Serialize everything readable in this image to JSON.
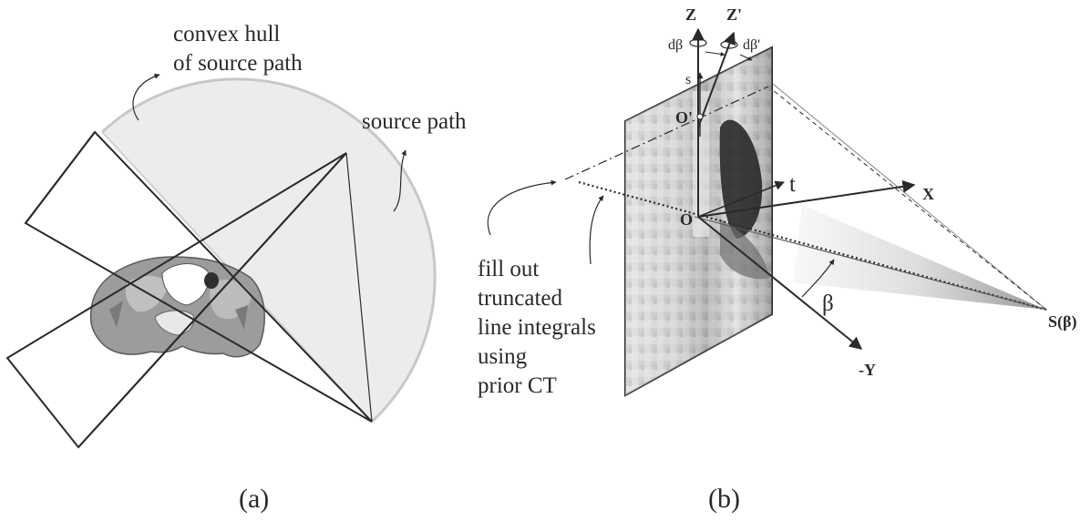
{
  "panel_a": {
    "caption": "(a)",
    "hull_label": [
      "convex hull",
      "of source path"
    ],
    "source_path_label": "source path"
  },
  "panel_b": {
    "caption": "(b)",
    "axes": {
      "z": "Z",
      "z_prime": "Z'",
      "x": "X",
      "neg_y": "-Y",
      "s": "s",
      "t": "t",
      "origin": "O",
      "origin_prime": "O'",
      "d_beta": "dβ",
      "d_beta_prime": "dβ'",
      "beta": "β",
      "source_point": "S(β)"
    },
    "fill_label": [
      "fill out",
      "truncated",
      "line integrals",
      "using",
      "prior CT"
    ]
  }
}
